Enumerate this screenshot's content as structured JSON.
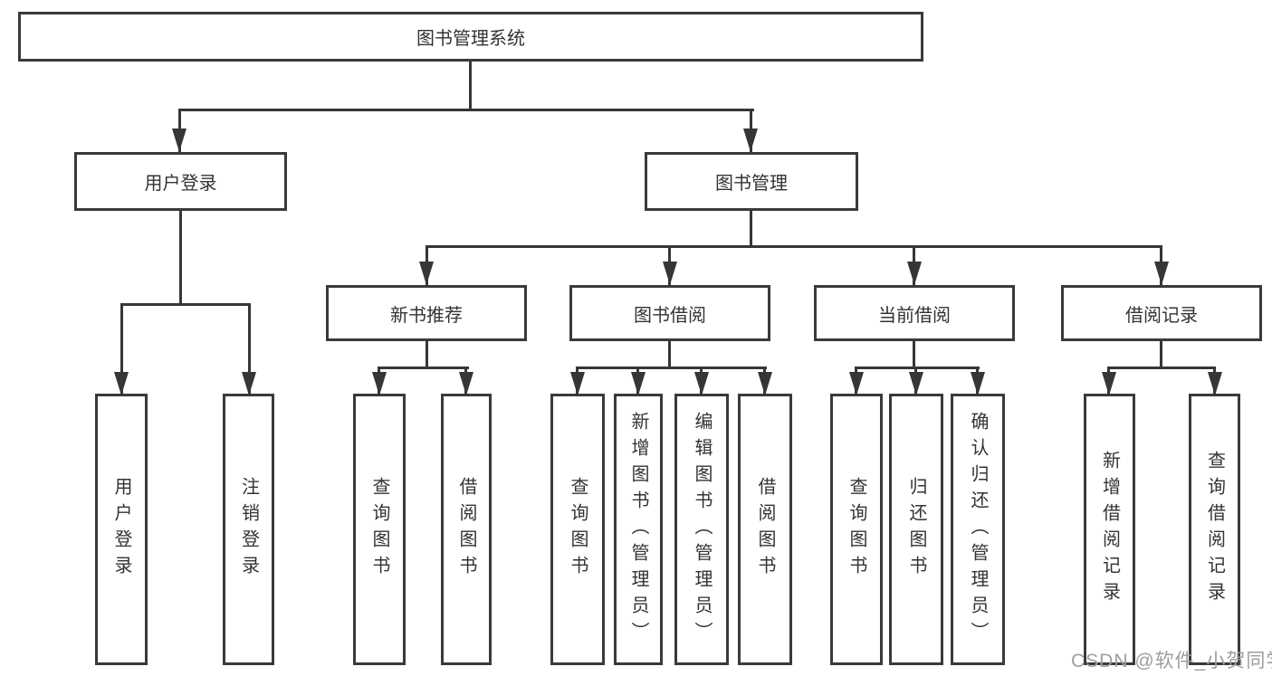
{
  "diagram_title": "图书管理系统",
  "colors": {
    "line": "#363636",
    "border": "#3a3a3a",
    "text": "#333333",
    "watermark": "#9e9e9e",
    "background": "#ffffff"
  },
  "watermark": {
    "text": "CSDN @软件_小贺同学"
  },
  "tree": {
    "label": "图书管理系统",
    "children": [
      {
        "label": "用户登录",
        "children": [
          {
            "label": "用户登录"
          },
          {
            "label": "注销登录"
          }
        ]
      },
      {
        "label": "图书管理",
        "children": [
          {
            "label": "新书推荐",
            "children": [
              {
                "label": "查询图书"
              },
              {
                "label": "借阅图书"
              }
            ]
          },
          {
            "label": "图书借阅",
            "children": [
              {
                "label": "查询图书"
              },
              {
                "label": "新增图书（管理员）"
              },
              {
                "label": "编辑图书（管理员）"
              },
              {
                "label": "借阅图书"
              }
            ]
          },
          {
            "label": "当前借阅",
            "children": [
              {
                "label": "查询图书"
              },
              {
                "label": "归还图书"
              },
              {
                "label": "确认归还（管理员）"
              }
            ]
          },
          {
            "label": "借阅记录",
            "children": [
              {
                "label": "新增借阅记录"
              },
              {
                "label": "查询借阅记录"
              }
            ]
          }
        ]
      }
    ]
  }
}
